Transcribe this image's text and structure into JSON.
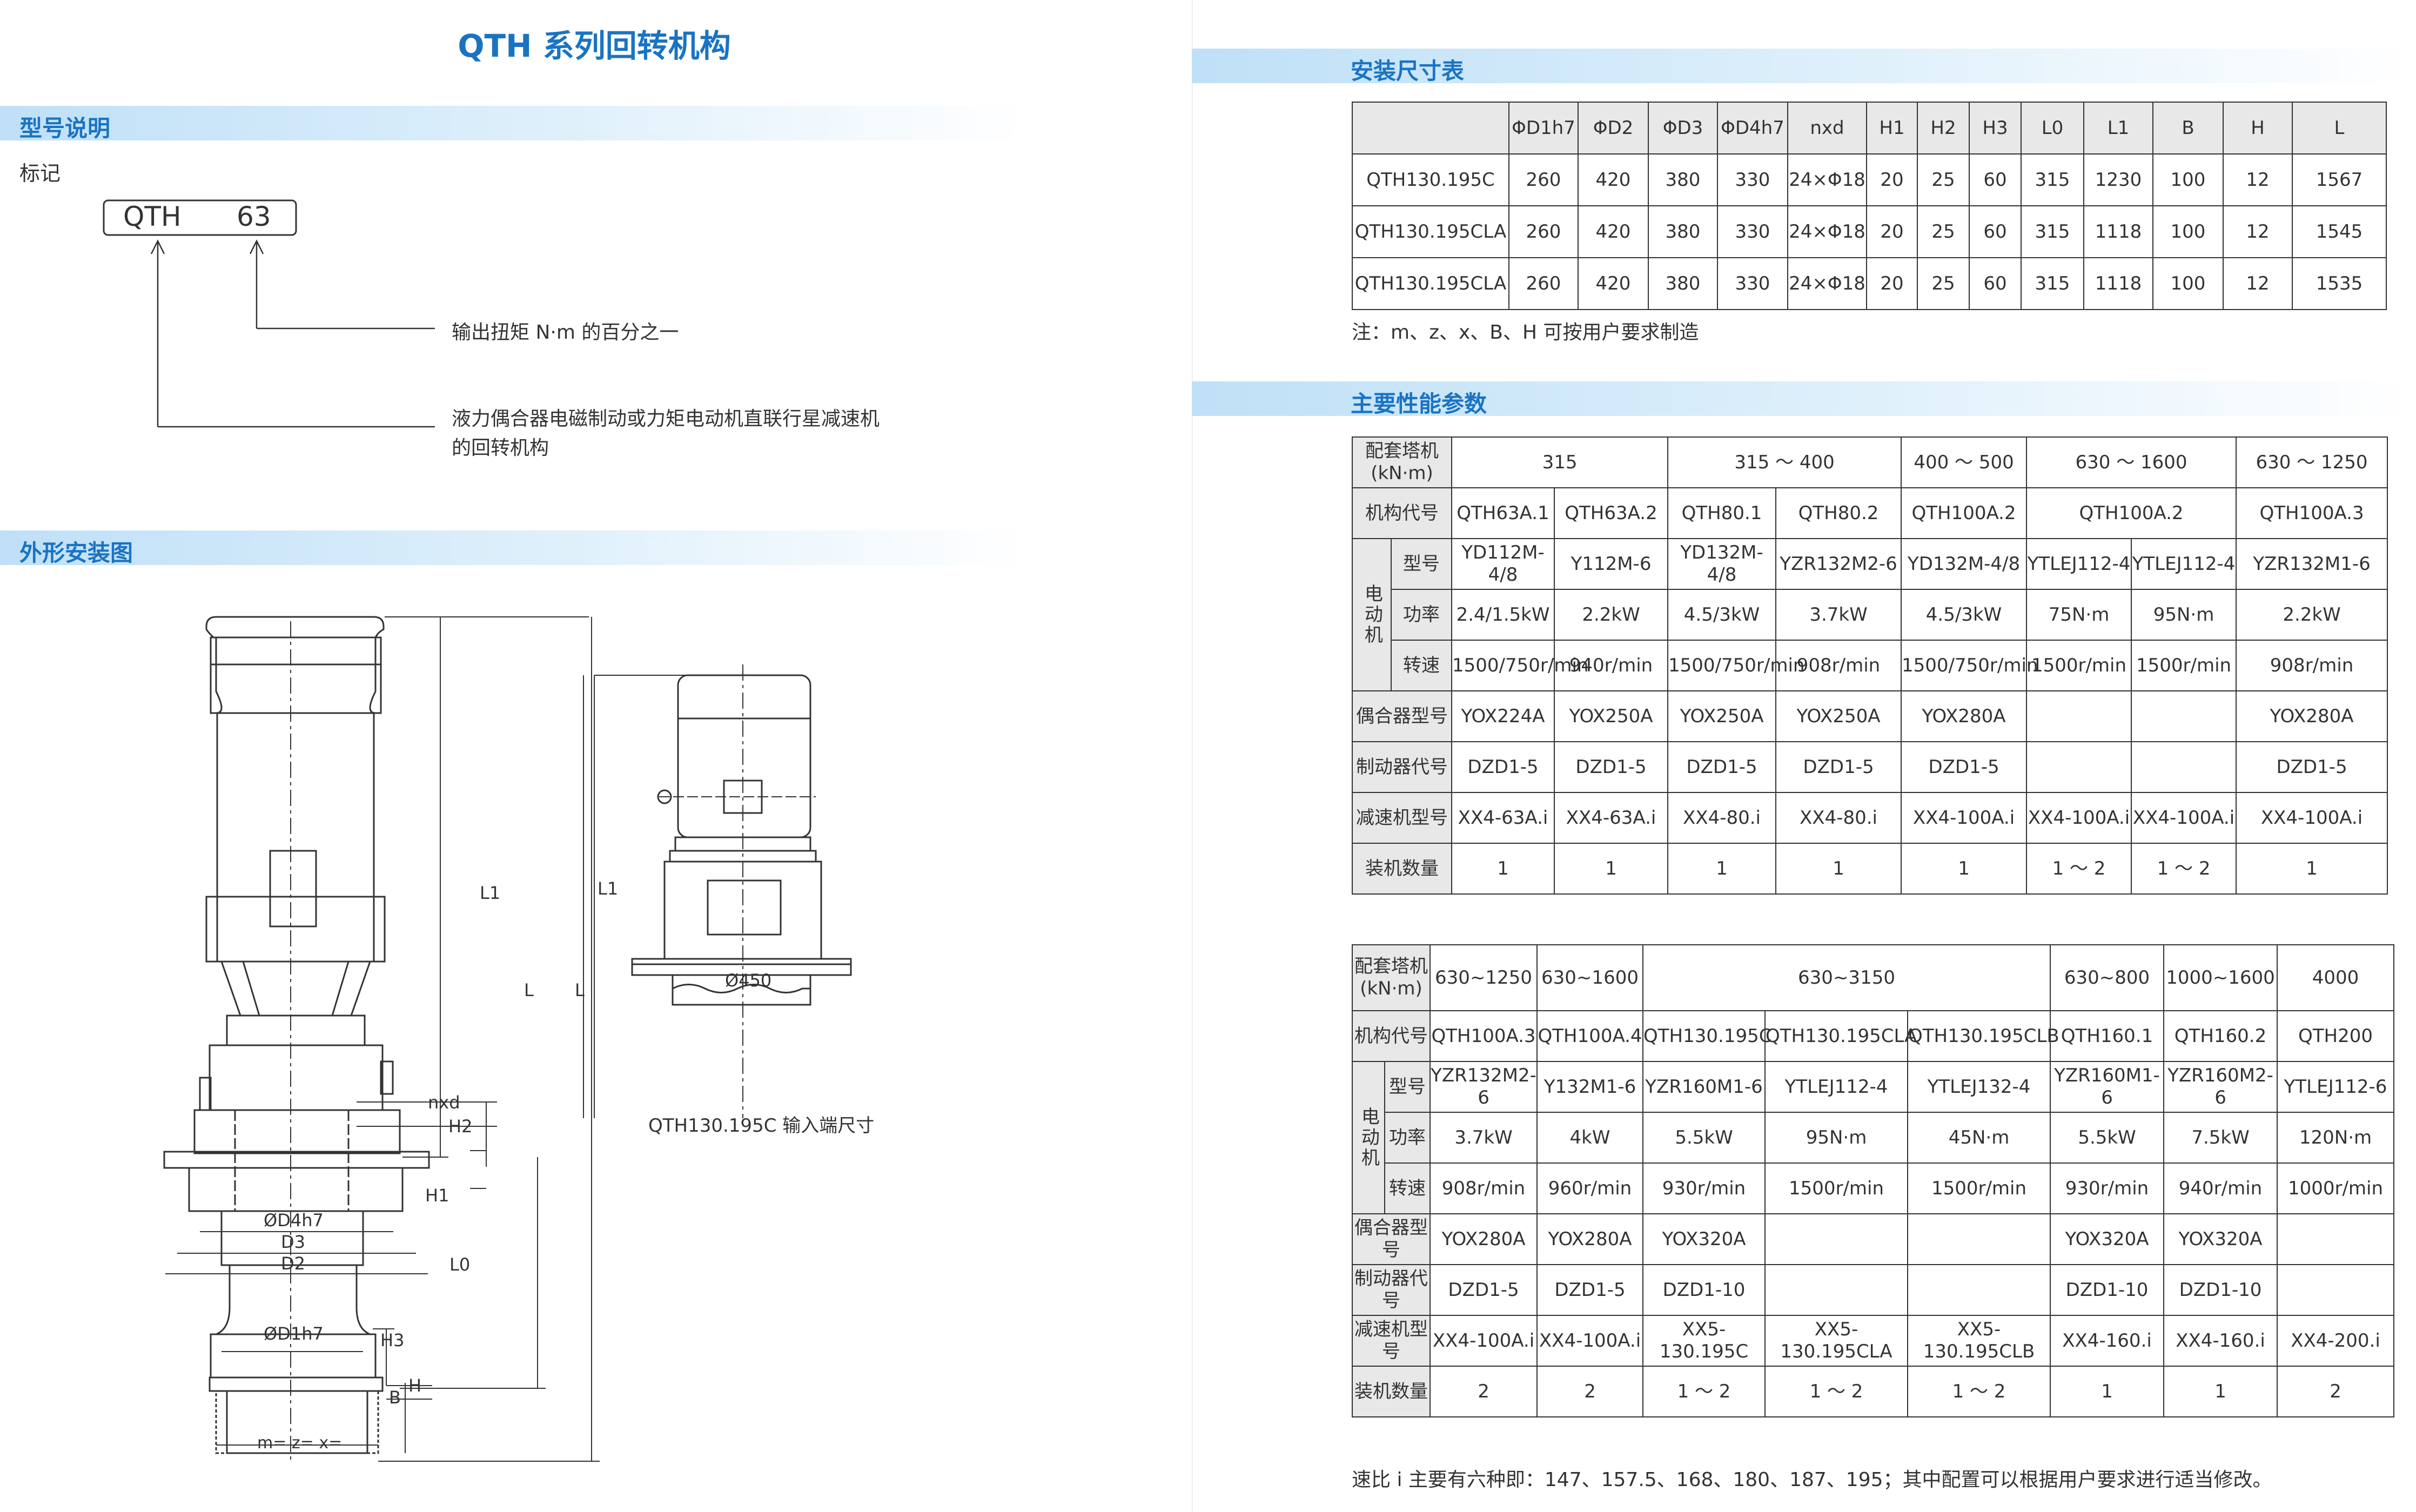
{
  "page_title": "QTH 系列回转机构",
  "left": {
    "section1": "型号说明",
    "mark_label": "标记",
    "model_code": "QTH",
    "model_num": "63",
    "note_torque": "输出扭矩 N·m 的百分之一",
    "note_desc_line1": "液力偶合器电磁制动或力矩电动机直联行星减速机",
    "note_desc_line2": "的回转机构",
    "section2": "外形安装图",
    "drawing_labels": {
      "l1": "L1",
      "l": "L",
      "nxd": "nxd",
      "h2": "H2",
      "h1": "H1",
      "l0": "L0",
      "d4": "ØD4h7",
      "d3": "D3",
      "d2": "D2",
      "d1": "ØD1h7",
      "h3": "H3",
      "h": "H",
      "b": "B",
      "mzx": "m= z= x=",
      "l1_right": "L1",
      "l_right": "L",
      "d450": "Ø450"
    },
    "drawing_caption": "QTH130.195C 输入端尺寸"
  },
  "right": {
    "section3": "安装尺寸表",
    "dim_table": {
      "headers": [
        "",
        "ΦD1h7",
        "ΦD2",
        "ΦD3",
        "ΦD4h7",
        "nxd",
        "H1",
        "H2",
        "H3",
        "L0",
        "L1",
        "B",
        "H",
        "L"
      ],
      "rows": [
        [
          "QTH130.195C",
          "260",
          "420",
          "380",
          "330",
          "24×Φ18",
          "20",
          "25",
          "60",
          "315",
          "1230",
          "100",
          "12",
          "1567"
        ],
        [
          "QTH130.195CLA",
          "260",
          "420",
          "380",
          "330",
          "24×Φ18",
          "20",
          "25",
          "60",
          "315",
          "1118",
          "100",
          "12",
          "1545"
        ],
        [
          "QTH130.195CLA",
          "260",
          "420",
          "380",
          "330",
          "24×Φ18",
          "20",
          "25",
          "60",
          "315",
          "1118",
          "100",
          "12",
          "1535"
        ]
      ]
    },
    "dim_note": "注：m、z、x、B、H 可按用户要求制造",
    "section4": "主要性能参数",
    "perf1": {
      "crane_label": "配套塔机 (kN·m)",
      "crane_groups": [
        "315",
        "315 ～ 400",
        "400 ～ 500",
        "630 ～ 1600",
        "630 ～ 1250"
      ],
      "code_label": "机构代号",
      "codes": [
        "QTH63A.1",
        "QTH63A.2",
        "QTH80.1",
        "QTH80.2",
        "QTH100A.2",
        "QTH100A.2",
        "QTH100A.3"
      ],
      "motor_label": "电动机",
      "model_label": "型号",
      "models": [
        "YD112M-4/8",
        "Y112M-6",
        "YD132M-4/8",
        "YZR132M2-6",
        "YD132M-4/8",
        "YTLEJ112-4",
        "YTLEJ112-4",
        "YZR132M1-6"
      ],
      "power_label": "功率",
      "powers": [
        "2.4/1.5kW",
        "2.2kW",
        "4.5/3kW",
        "3.7kW",
        "4.5/3kW",
        "75N·m",
        "95N·m",
        "2.2kW"
      ],
      "speed_label": "转速",
      "speeds": [
        "1500/750r/min",
        "940r/min",
        "1500/750r/min",
        "908r/min",
        "1500/750r/min",
        "1500r/min",
        "1500r/min",
        "908r/min"
      ],
      "coupler_label": "偶合器型号",
      "couplers": [
        "YOX224A",
        "YOX250A",
        "YOX250A",
        "YOX250A",
        "YOX280A",
        "",
        "",
        "YOX280A"
      ],
      "brake_label": "制动器代号",
      "brakes": [
        "DZD1-5",
        "DZD1-5",
        "DZD1-5",
        "DZD1-5",
        "DZD1-5",
        "",
        "",
        "DZD1-5"
      ],
      "reducer_label": "减速机型号",
      "reducers": [
        "XX4-63A.i",
        "XX4-63A.i",
        "XX4-80.i",
        "XX4-80.i",
        "XX4-100A.i",
        "XX4-100A.i",
        "XX4-100A.i",
        "XX4-100A.i"
      ],
      "qty_label": "装机数量",
      "qtys": [
        "1",
        "1",
        "1",
        "1",
        "1",
        "1 ～ 2",
        "1 ～ 2",
        "1"
      ]
    },
    "perf2": {
      "crane_label": "配套塔机 (kN·m)",
      "crane_groups": [
        "630~1250",
        "630~1600",
        "630~3150",
        "630~800",
        "1000~1600",
        "4000"
      ],
      "code_label": "机构代号",
      "codes": [
        "QTH100A.3",
        "QTH100A.4",
        "QTH130.195C",
        "QTH130.195CLA",
        "QTH130.195CLB",
        "QTH160.1",
        "QTH160.2",
        "QTH200"
      ],
      "motor_label": "电动机",
      "model_label": "型号",
      "models": [
        "YZR132M2-6",
        "Y132M1-6",
        "YZR160M1-6",
        "YTLEJ112-4",
        "YTLEJ132-4",
        "YZR160M1-6",
        "YZR160M2-6",
        "YTLEJ112-6"
      ],
      "power_label": "功率",
      "powers": [
        "3.7kW",
        "4kW",
        "5.5kW",
        "95N·m",
        "45N·m",
        "5.5kW",
        "7.5kW",
        "120N·m"
      ],
      "speed_label": "转速",
      "speeds": [
        "908r/min",
        "960r/min",
        "930r/min",
        "1500r/min",
        "1500r/min",
        "930r/min",
        "940r/min",
        "1000r/min"
      ],
      "coupler_label": "偶合器型号",
      "couplers": [
        "YOX280A",
        "YOX280A",
        "YOX320A",
        "",
        "",
        "YOX320A",
        "YOX320A",
        ""
      ],
      "brake_label": "制动器代号",
      "brakes": [
        "DZD1-5",
        "DZD1-5",
        "DZD1-10",
        "",
        "",
        "DZD1-10",
        "DZD1-10",
        ""
      ],
      "reducer_label": "减速机型号",
      "reducers": [
        "XX4-100A.i",
        "XX4-100A.i",
        "XX5-130.195C",
        "XX5-130.195CLA",
        "XX5-130.195CLB",
        "XX4-160.i",
        "XX4-160.i",
        "XX4-200.i"
      ],
      "qty_label": "装机数量",
      "qtys": [
        "2",
        "2",
        "1 ～ 2",
        "1 ～ 2",
        "1 ～ 2",
        "1",
        "1",
        "2"
      ]
    },
    "footer_note": "速比 i 主要有六种即：147、157.5、168、180、187、195；其中配置可以根据用户要求进行适当修改。"
  }
}
